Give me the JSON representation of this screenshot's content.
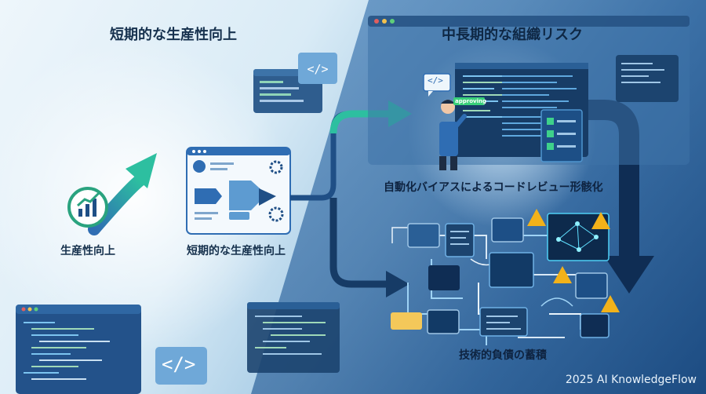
{
  "headings": {
    "left": "短期的な生産性向上",
    "right": "中長期的な組織リスク"
  },
  "labels": {
    "productivity": "生産性向上",
    "short_term": "短期的な生産性向上",
    "automation_bias": "自動化バイアスによるコードレビュー形骸化",
    "tech_debt": "技術的負債の蓄積",
    "approving": "approving"
  },
  "icons": {
    "code_tag": "</>",
    "chat_code": "</>"
  },
  "footer": "2025 AI KnowledgeFlow",
  "colors": {
    "teal": "#2bb39a",
    "navy": "#163b66",
    "warning": "#f2b21a",
    "accent_green": "#39d07a"
  }
}
